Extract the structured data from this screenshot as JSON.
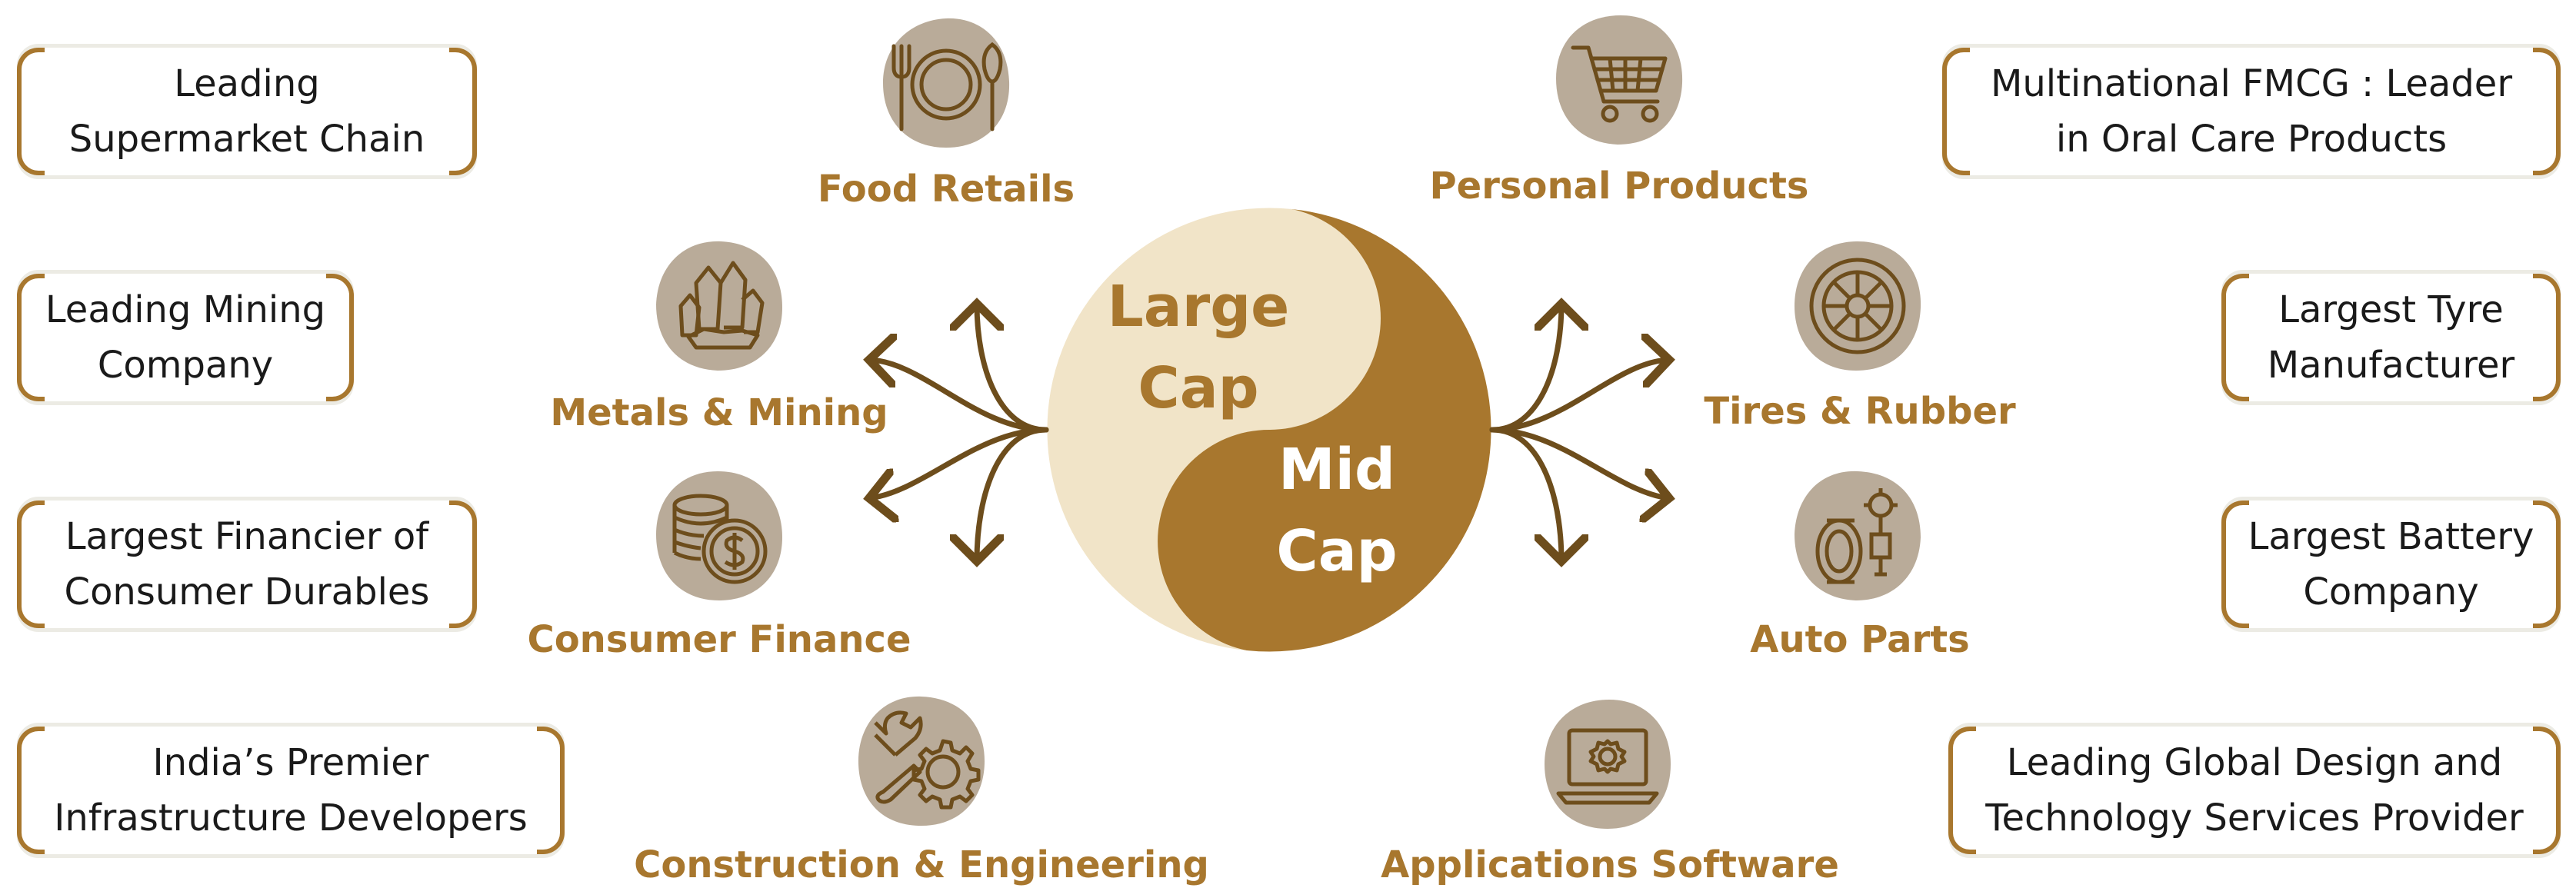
{
  "hub": {
    "large_cap": "Large\nCap",
    "mid_cap": "Mid\nCap"
  },
  "colors": {
    "brand_gold": "#a8772e",
    "cream": "#f1e4c8",
    "icon_circle": "#b9ab99",
    "icon_stroke": "#6d4d1c",
    "arrow": "#6d4d1c",
    "box_border": "#ecebe4"
  },
  "sectors": [
    {
      "label": "Food Retails",
      "icon": "plate-fork-spoon-icon",
      "description": "Leading\nSupermarket Chain"
    },
    {
      "label": "Metals & Mining",
      "icon": "crystals-icon",
      "description": "Leading Mining\nCompany"
    },
    {
      "label": "Consumer Finance",
      "icon": "coins-dollar-icon",
      "description": "Largest Financier of\nConsumer Durables"
    },
    {
      "label": "Construction & Engineering",
      "icon": "wrench-gear-icon",
      "description": "India’s Premier\nInfrastructure Developers"
    },
    {
      "label": "Personal Products",
      "icon": "shopping-cart-icon",
      "description": "Multinational FMCG : Leader\nin Oral Care Products"
    },
    {
      "label": "Tires & Rubber",
      "icon": "tire-icon",
      "description": "Largest Tyre\nManufacturer"
    },
    {
      "label": "Auto Parts",
      "icon": "auto-parts-icon",
      "description": "Largest Battery\nCompany"
    },
    {
      "label": "Applications Software",
      "icon": "laptop-gear-icon",
      "description": "Leading Global Design and\nTechnology Services Provider"
    }
  ]
}
